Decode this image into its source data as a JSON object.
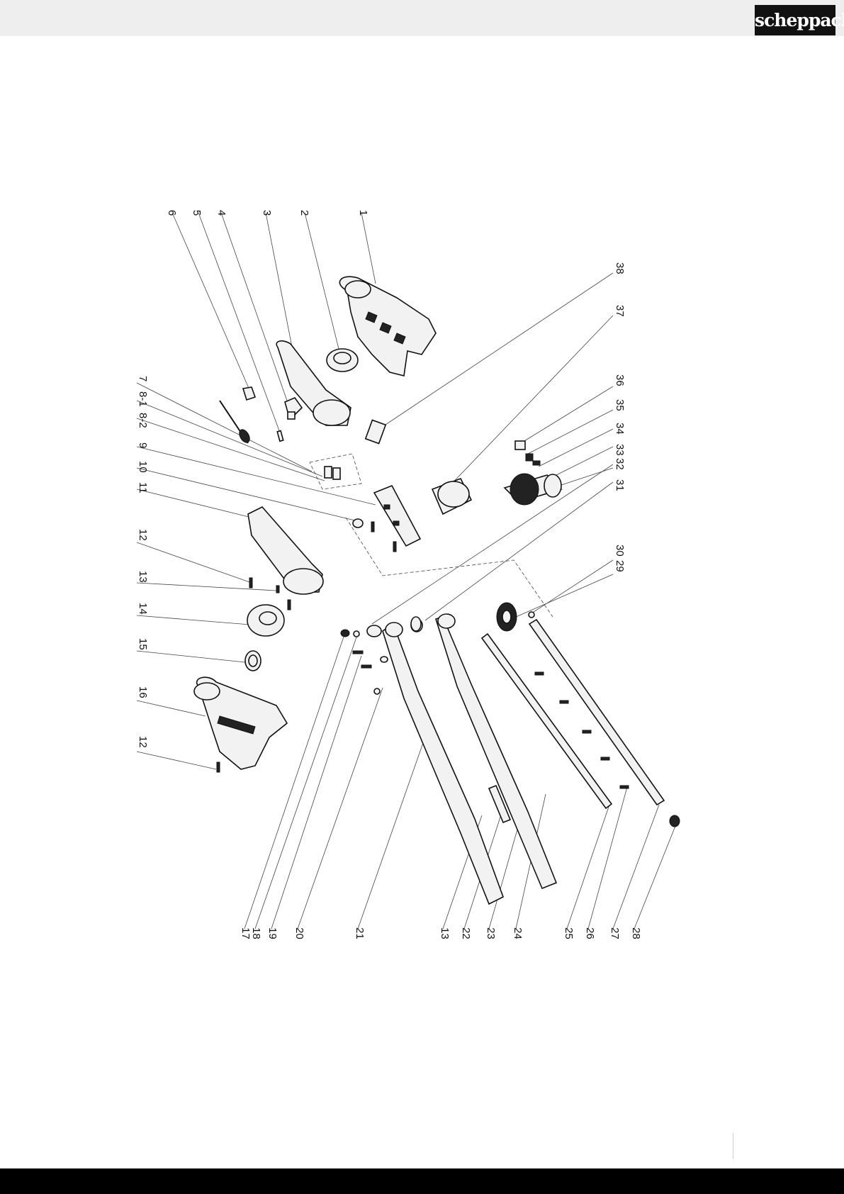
{
  "header": {
    "brand": "scheppach",
    "brand_color": "#111111",
    "bar_color": "#eeeeee"
  },
  "diagram": {
    "type": "exploded-parts-view",
    "labels": {
      "p1": "1",
      "p2": "2",
      "p3": "3",
      "p4": "4",
      "p5": "5",
      "p6": "6",
      "p7": "7",
      "p8_1": "8-1",
      "p8_2": "8-2",
      "p9": "9",
      "p10": "10",
      "p11": "11",
      "p12a": "12",
      "p13a": "13",
      "p14": "14",
      "p15": "15",
      "p16": "16",
      "p12b": "12",
      "p17": "17",
      "p18": "18",
      "p19": "19",
      "p20": "20",
      "p21": "21",
      "p13b": "13",
      "p22": "22",
      "p23": "23",
      "p24": "24",
      "p25": "25",
      "p26": "26",
      "p27": "27",
      "p28": "28",
      "p29": "29",
      "p30": "30",
      "p31": "31",
      "p32": "32",
      "p33": "33",
      "p34": "34",
      "p35": "35",
      "p36": "36",
      "p37": "37",
      "p38": "38"
    }
  },
  "footer": {
    "bar_color": "#000000"
  }
}
